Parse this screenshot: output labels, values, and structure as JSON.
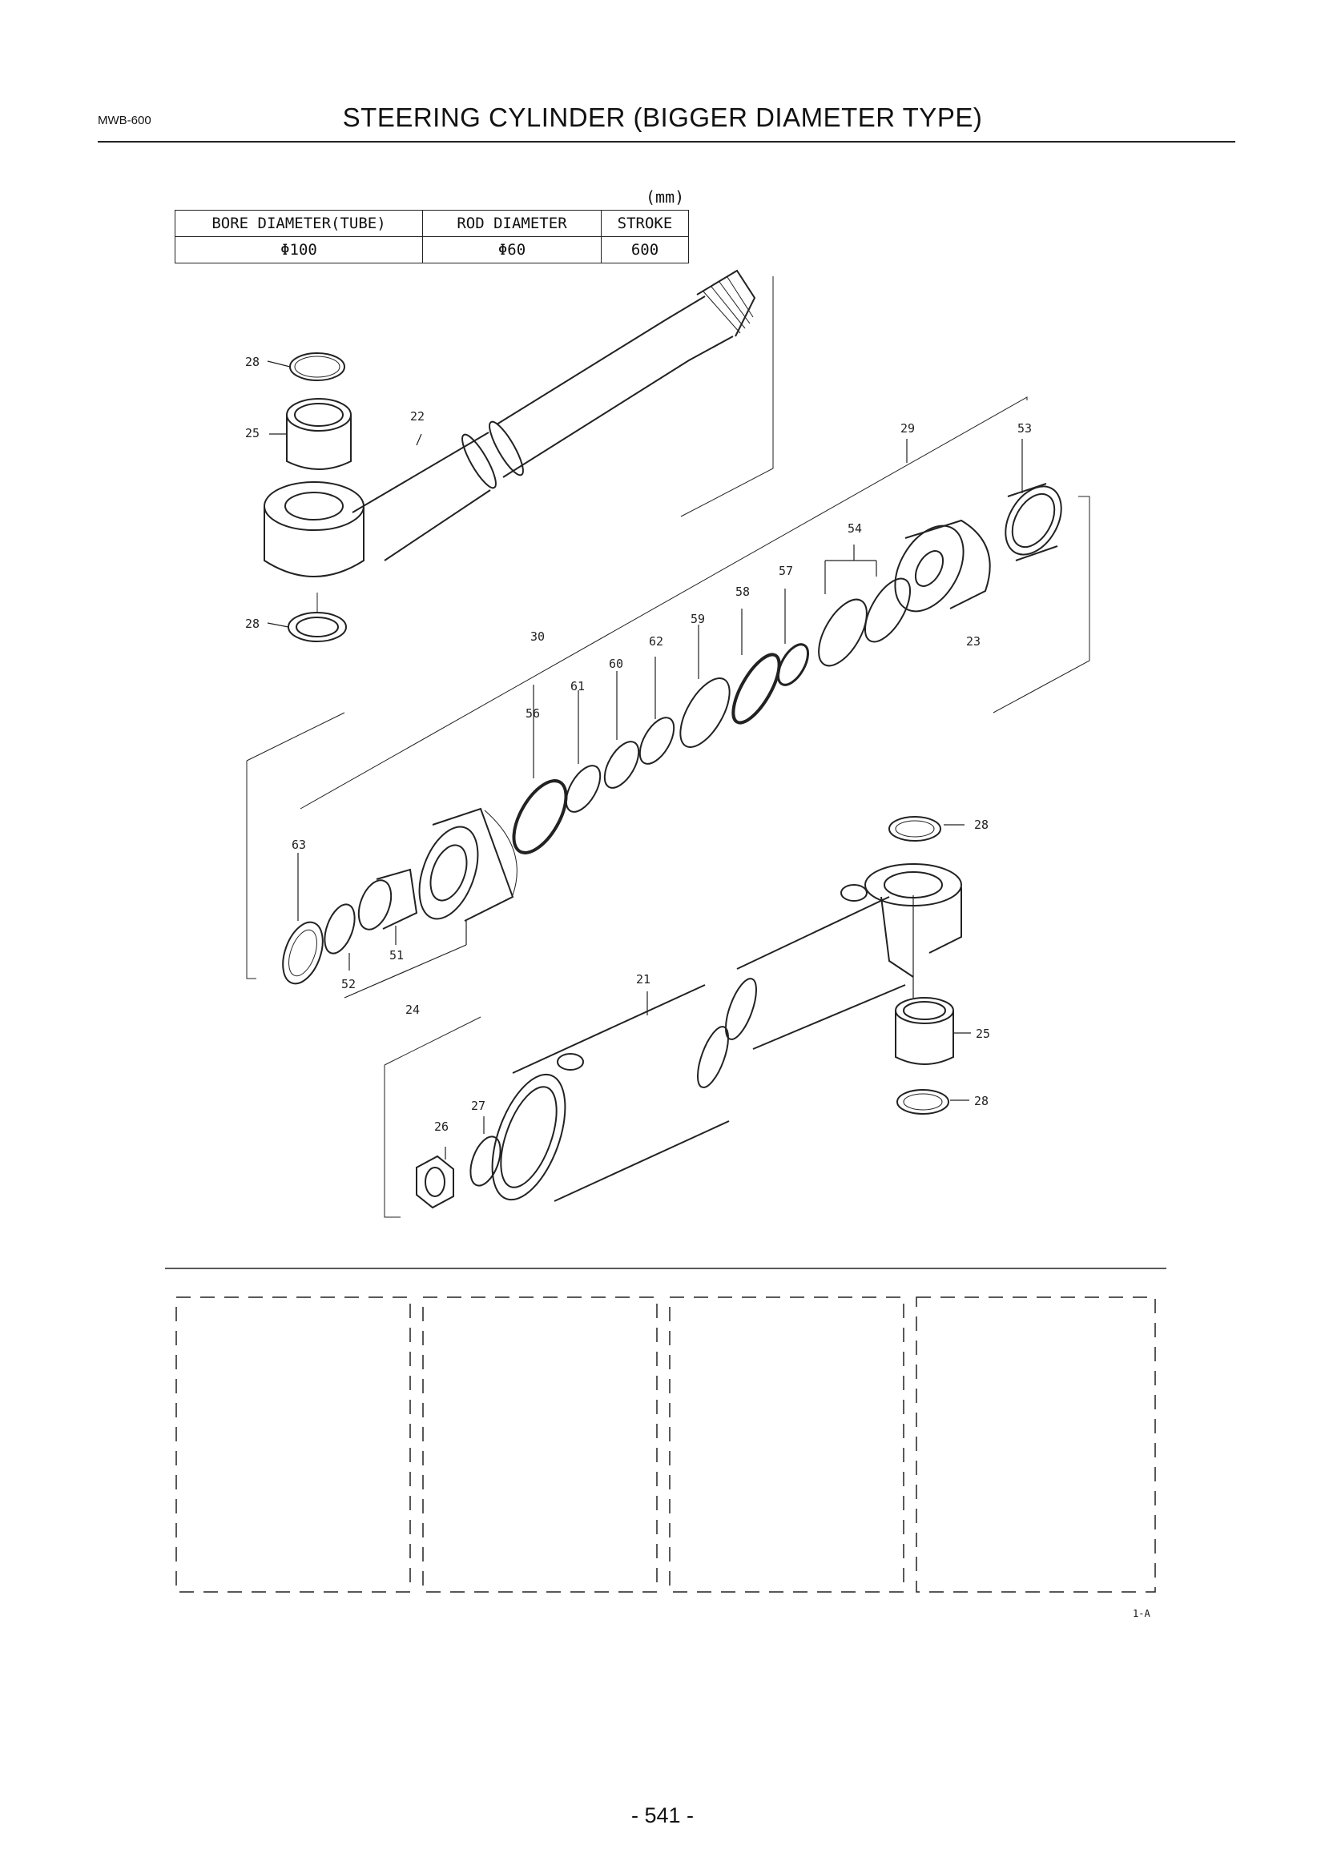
{
  "header": {
    "model_code": "MWB-600",
    "title": "STEERING CYLINDER (BIGGER DIAMETER TYPE)"
  },
  "spec_table": {
    "unit": "(mm)",
    "headers": [
      "BORE DIAMETER(TUBE)",
      "ROD DIAMETER",
      "STROKE"
    ],
    "values": [
      "Φ100",
      "Φ60",
      "600"
    ]
  },
  "part_labels": {
    "p21": "21",
    "p22": "22",
    "p23": "23",
    "p24": "24",
    "p25a": "25",
    "p25b": "25",
    "p26": "26",
    "p27": "27",
    "p28a": "28",
    "p28b": "28",
    "p28c": "28",
    "p28d": "28",
    "p29": "29",
    "p30": "30",
    "p51": "51",
    "p52": "52",
    "p53": "53",
    "p54": "54",
    "p56": "56",
    "p57": "57",
    "p58": "58",
    "p59": "59",
    "p60": "60",
    "p61": "61",
    "p62": "62",
    "p63": "63"
  },
  "figure_id": "1-A",
  "page_number": "- 541 -"
}
